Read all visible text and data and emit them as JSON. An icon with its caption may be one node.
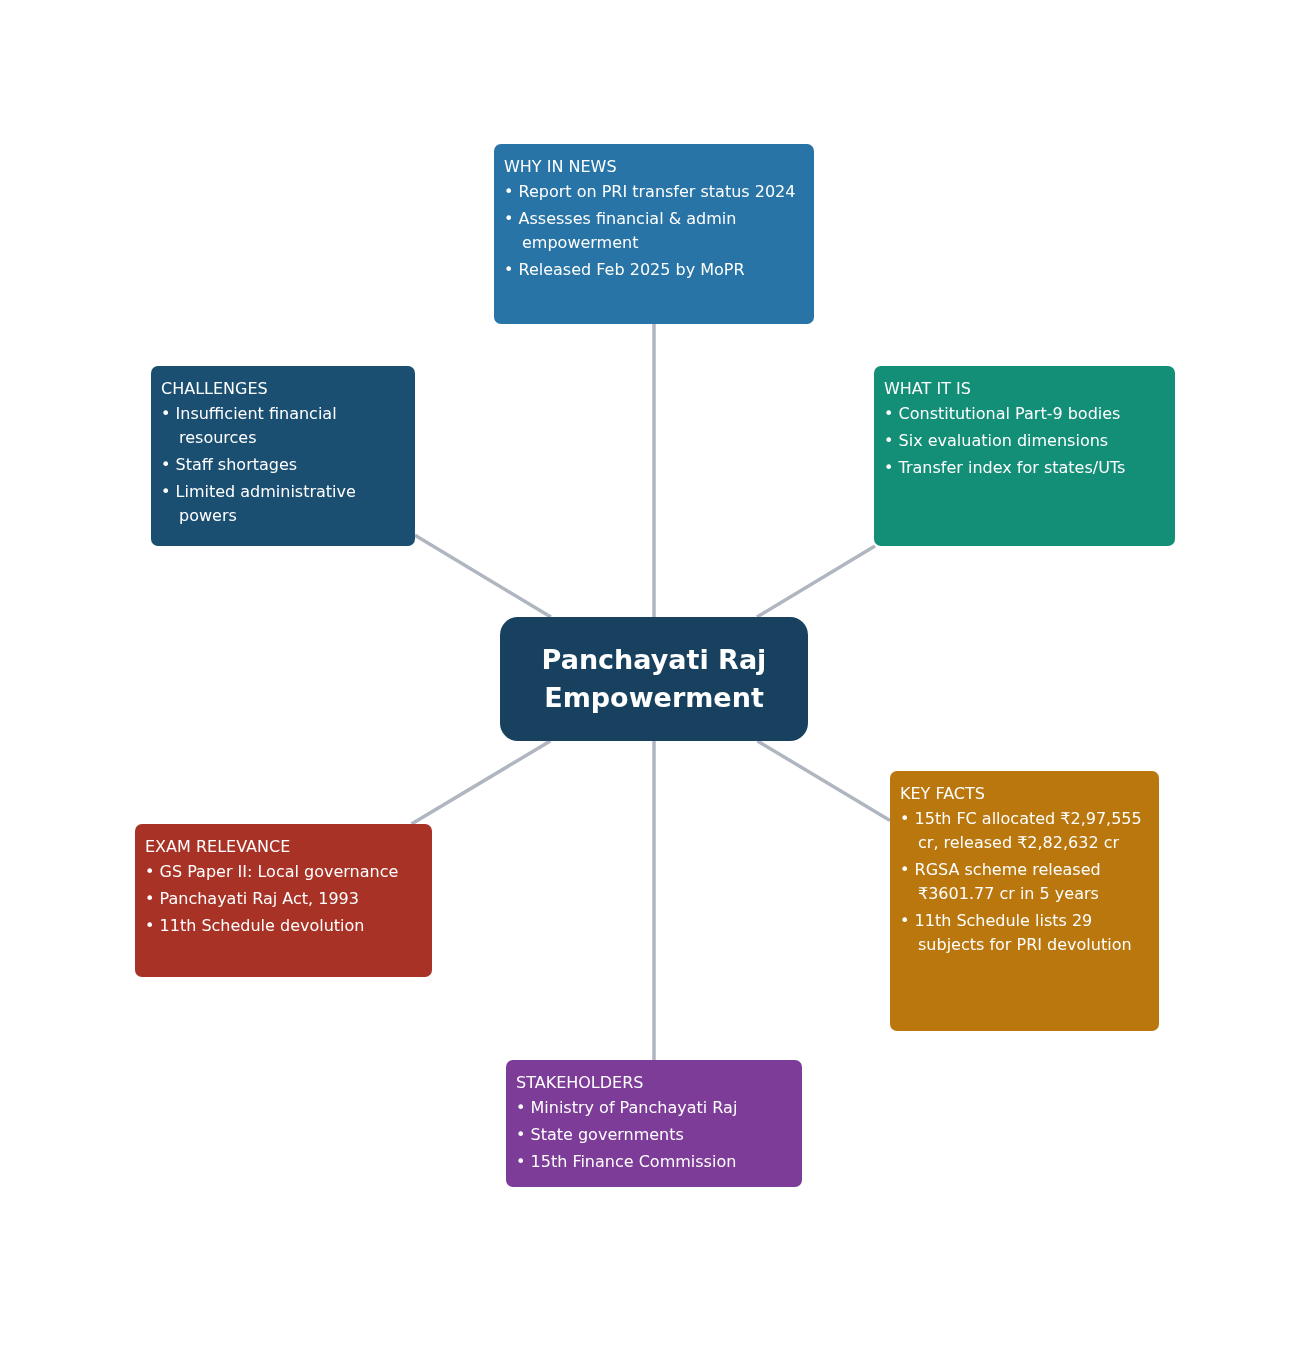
{
  "diagram": {
    "nodes": [
      {
        "text": [
          "Panchayati Raj Empowerment"
        ]
      },
      {
        "text": [
          "WHY IN NEWS",
          "• Report on PRI transfer status 2024",
          "• Assesses financial & admin empowerment",
          "• Released Feb 2025 by MoPR"
        ]
      },
      {
        "text": [
          "CHALLENGES",
          "• Insufficient financial resources",
          "• Staff shortages",
          "• Limited administrative powers"
        ]
      },
      {
        "text": [
          "WHAT IT IS",
          "• Constitutional Part-9 bodies",
          "• Six evaluation dimensions",
          "• Transfer index for states/UTs"
        ]
      },
      {
        "text": [
          "KEY FACTS",
          "• 15th FC allocated ₹2,97,555 cr, released ₹2,82,632 cr",
          "• RGSA scheme released ₹3601.77 cr in 5 years",
          "• 11th Schedule lists 29 subjects for PRI devolution"
        ]
      },
      {
        "text": [
          "EXAM RELEVANCE",
          "• GS Paper II: Local governance",
          "• Panchayati Raj Act, 1993",
          "• 11th Schedule devolution"
        ]
      },
      {
        "text": [
          "STAKEHOLDERS",
          "• Ministry of Panchayati Raj",
          "• State governments",
          "• 15th Finance Commission"
        ]
      }
    ],
    "edges": [
      {
        "from": 0,
        "to": 1,
        "arrow": "none"
      },
      {
        "from": 0,
        "to": 2,
        "arrow": "none"
      },
      {
        "from": 0,
        "to": 3,
        "arrow": "none"
      },
      {
        "from": 0,
        "to": 4,
        "arrow": "none"
      },
      {
        "from": 0,
        "to": 5,
        "arrow": "none"
      },
      {
        "from": 0,
        "to": 6,
        "arrow": "none"
      }
    ]
  }
}
